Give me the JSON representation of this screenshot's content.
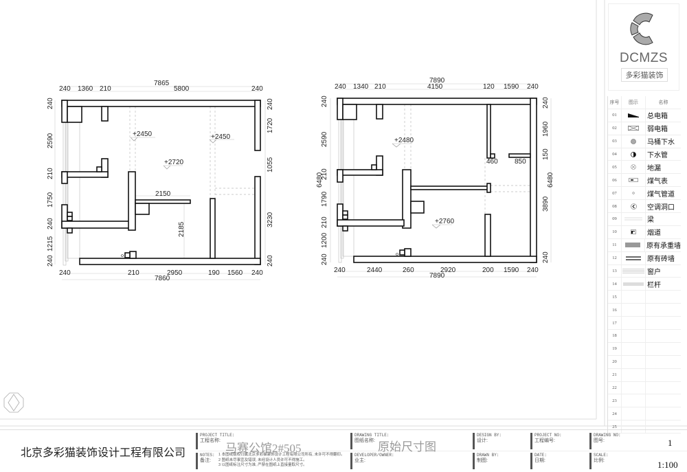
{
  "plan_left": {
    "overall_top": "7865",
    "top": [
      "240",
      "1360",
      "210",
      "5800",
      "240"
    ],
    "left": [
      "240",
      "2590",
      "210",
      "1750",
      "240",
      "1215",
      "240"
    ],
    "right": [
      "240",
      "1720",
      "1055",
      "3230",
      "240"
    ],
    "bottom": [
      "240",
      "210",
      "2950",
      "190",
      "1560",
      "240"
    ],
    "overall_bottom": "7860",
    "inner": {
      "d1": "2150",
      "d2": "2185"
    },
    "elevations": [
      "+2450",
      "+2450",
      "+2720"
    ]
  },
  "plan_right": {
    "overall_top": "7890",
    "top": [
      "240",
      "1340",
      "210",
      "4150",
      "120",
      "1590",
      "240"
    ],
    "left": [
      "240",
      "2590",
      "6480",
      "210",
      "1790",
      "210",
      "1200",
      "240"
    ],
    "right": [
      "240",
      "1960",
      "150",
      "6480",
      "3890",
      "240"
    ],
    "bottom": [
      "240",
      "2440",
      "260",
      "2920",
      "200",
      "1590",
      "240"
    ],
    "overall_bottom": "7890",
    "inner": {
      "d1": "460",
      "d2": "850"
    },
    "elevations": [
      "+2480",
      "+2760"
    ]
  },
  "logo": {
    "brand": "DCMZS",
    "name_cn": "多彩猫装饰"
  },
  "legend": {
    "headers": [
      "序号",
      "图示",
      "名称"
    ],
    "items": [
      {
        "no": "01",
        "name": "总电箱",
        "icon": "main-electric-box-icon"
      },
      {
        "no": "02",
        "name": "弱电箱",
        "icon": "weak-electric-box-icon"
      },
      {
        "no": "03",
        "name": "马桶下水",
        "icon": "toilet-drain-icon"
      },
      {
        "no": "04",
        "name": "下水管",
        "icon": "drain-pipe-icon"
      },
      {
        "no": "05",
        "name": "地漏",
        "icon": "floor-drain-icon"
      },
      {
        "no": "06",
        "name": "煤气表",
        "icon": "gas-meter-icon"
      },
      {
        "no": "07",
        "name": "煤气管道",
        "icon": "gas-pipe-icon"
      },
      {
        "no": "08",
        "name": "空调洞口",
        "icon": "ac-hole-icon"
      },
      {
        "no": "09",
        "name": "梁",
        "icon": "beam-icon"
      },
      {
        "no": "10",
        "name": "烟道",
        "icon": "flue-icon"
      },
      {
        "no": "11",
        "name": "原有承重墙",
        "icon": "load-bearing-wall-icon"
      },
      {
        "no": "12",
        "name": "原有砖墙",
        "icon": "brick-wall-icon"
      },
      {
        "no": "13",
        "name": "窗户",
        "icon": "window-icon"
      },
      {
        "no": "14",
        "name": "栏杆",
        "icon": "railing-icon"
      },
      {
        "no": "15",
        "name": ""
      },
      {
        "no": "16",
        "name": ""
      },
      {
        "no": "17",
        "name": ""
      },
      {
        "no": "18",
        "name": ""
      },
      {
        "no": "19",
        "name": ""
      },
      {
        "no": "20",
        "name": ""
      },
      {
        "no": "21",
        "name": ""
      },
      {
        "no": "22",
        "name": ""
      },
      {
        "no": "23",
        "name": ""
      },
      {
        "no": "24",
        "name": ""
      },
      {
        "no": "25",
        "name": ""
      }
    ]
  },
  "title_block": {
    "company": "北京多彩猫装饰设计工程有限公司",
    "project_title_en": "PROJECT TITLE:",
    "project_title_zh": "工程名称:",
    "project_title": "马赛公馆2#505",
    "drawing_title_en": "DRAWING TITLE:",
    "drawing_title_zh": "图纸名称:",
    "drawing_title": "原始尺寸图",
    "design_by_en": "DESIGN BY:",
    "design_by_zh": "设计:",
    "project_no_en": "PROJECT NO:",
    "project_no_zh": "工程编号:",
    "drawing_no_en": "DRAWING NO:",
    "drawing_no_zh": "图号:",
    "drawing_no": "1",
    "notes_en": "NOTES:",
    "notes_zh": "备注:",
    "notes": [
      "1  本图纸版权归属北京多彩猫装饰设计工程有限公司所有, 未许可不得翻印。",
      "2  图纸未尽事宜及错误, 未经设计人员许可不得施工。",
      "3  以图纸标注尺寸为准, 严禁在图纸上直接量取尺寸。"
    ],
    "developer_en": "DEVELOPER/OWNER:",
    "developer_zh": "业主:",
    "drawn_by_en": "DRAWN BY:",
    "drawn_by_zh": "制图:",
    "date_en": "DATE:",
    "date_zh": "日期:",
    "scale_en": "SCALE:",
    "scale_zh": "比例:",
    "scale": "1:100"
  }
}
